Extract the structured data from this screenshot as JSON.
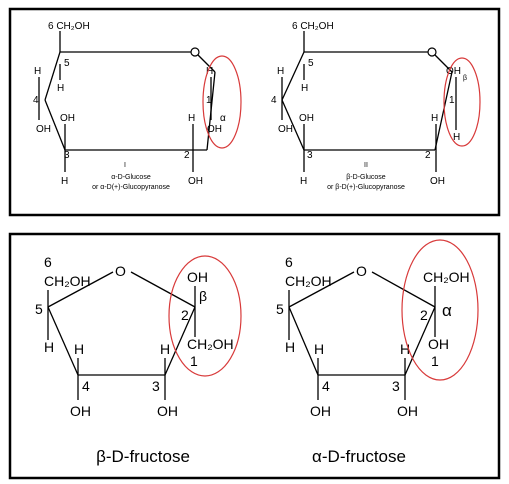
{
  "panel_top": {
    "glucose_alpha": {
      "ch2oh": "6 CH₂OH",
      "c5": "5",
      "c4": "4",
      "c3": "3",
      "c2": "2",
      "c1": "1",
      "ring_o": "O",
      "h_c5": "H",
      "h_c4": "H",
      "oh_c4": "OH",
      "oh_c3": "OH",
      "h_c3": "H",
      "h_c2": "H",
      "oh_c2": "OH",
      "h_c1": "H",
      "oh_c1": "OH",
      "anomer": "α",
      "roman": "I",
      "name1": "α-D-Glucose",
      "name2": "or α-D(+)-Glucopyranose"
    },
    "glucose_beta": {
      "ch2oh": "6 CH₂OH",
      "c5": "5",
      "c4": "4",
      "c3": "3",
      "c2": "2",
      "c1": "1",
      "ring_o": "O",
      "h_c5": "H",
      "h_c4": "H",
      "oh_c4": "OH",
      "oh_c3": "OH",
      "h_c3": "H",
      "h_c2": "H",
      "oh_c2": "OH",
      "oh_c1": "OH",
      "h_c1": "H",
      "anomer": "β",
      "roman": "II",
      "name1": "β-D-Glucose",
      "name2": "or β-D(+)-Glucopyranose"
    }
  },
  "panel_bottom": {
    "fructose_beta": {
      "c6": "6",
      "ch2oh_6": "CH₂OH",
      "c5": "5",
      "h_c5": "H",
      "ring_o": "O",
      "oh_c2": "OH",
      "anomer": "β",
      "c2": "2",
      "ch2oh_1": "CH₂OH",
      "c1": "1",
      "h_c4": "H",
      "c4": "4",
      "oh_c4": "OH",
      "h_c3": "H",
      "c3": "3",
      "oh_c3": "OH",
      "caption": "β-D-fructose"
    },
    "fructose_alpha": {
      "c6": "6",
      "ch2oh_6": "CH₂OH",
      "c5": "5",
      "h_c5": "H",
      "ring_o": "O",
      "ch2oh_1": "CH₂OH",
      "anomer": "α",
      "c2": "2",
      "oh_c2": "OH",
      "c1": "1",
      "h_c4": "H",
      "c4": "4",
      "oh_c4": "OH",
      "h_c3": "H",
      "c3": "3",
      "oh_c3": "OH",
      "caption": "α-D-fructose"
    }
  },
  "colors": {
    "frame": "#000000",
    "highlight": "#d83a3a",
    "text": "#000000"
  }
}
